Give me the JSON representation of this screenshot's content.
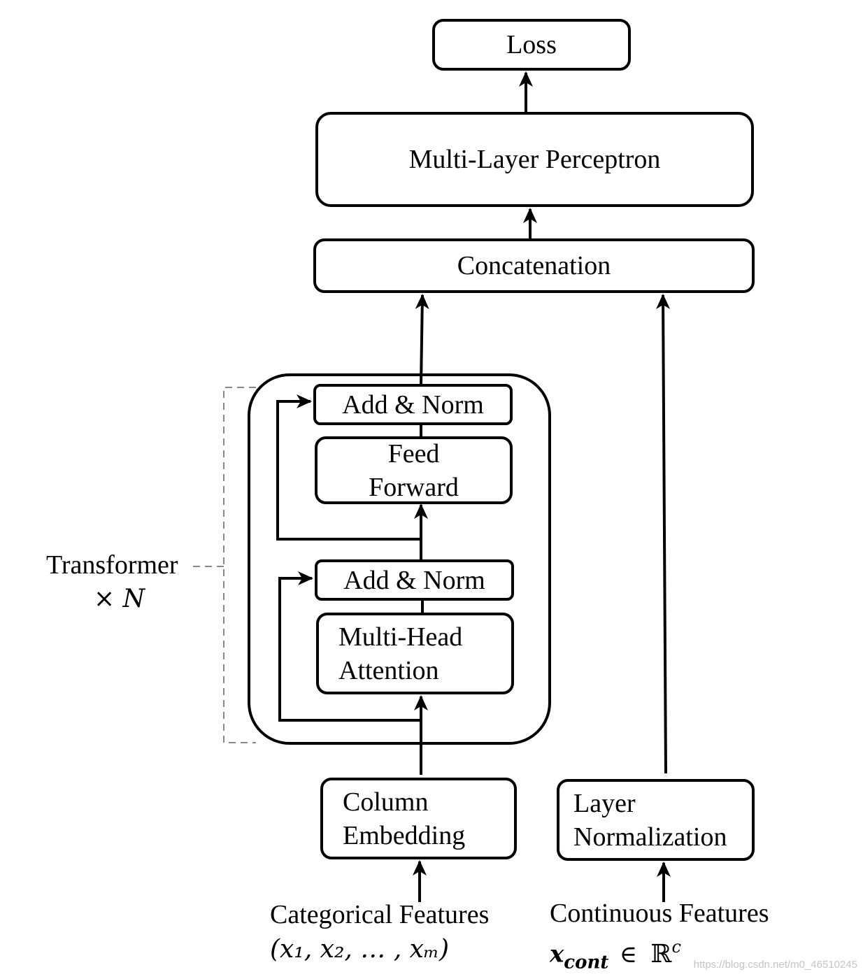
{
  "boxes": {
    "loss": "Loss",
    "mlp": "Multi-Layer Perceptron",
    "concatenation": "Concatenation",
    "add_norm_top": "Add & Norm",
    "feed_forward": [
      "Feed",
      "Forward"
    ],
    "add_norm_bottom": "Add & Norm",
    "multi_head_attention": [
      "Multi-Head",
      "Attention"
    ],
    "column_embedding": [
      "Column",
      "Embedding"
    ],
    "layer_normalization": [
      "Layer",
      "Normalization"
    ]
  },
  "transformer_label": {
    "name": "Transformer",
    "repeat": "× N"
  },
  "inputs": {
    "categorical": {
      "title": "Categorical Features",
      "formula": "(x₁, x₂, … , xₘ)"
    },
    "continuous": {
      "title": "Continuous Features",
      "formula_var": "x",
      "formula_sub": "cont",
      "formula_in": "∈",
      "formula_set": "ℝ",
      "formula_sup": "c"
    }
  },
  "watermark": "https://blog.csdn.net/m0_46510245"
}
